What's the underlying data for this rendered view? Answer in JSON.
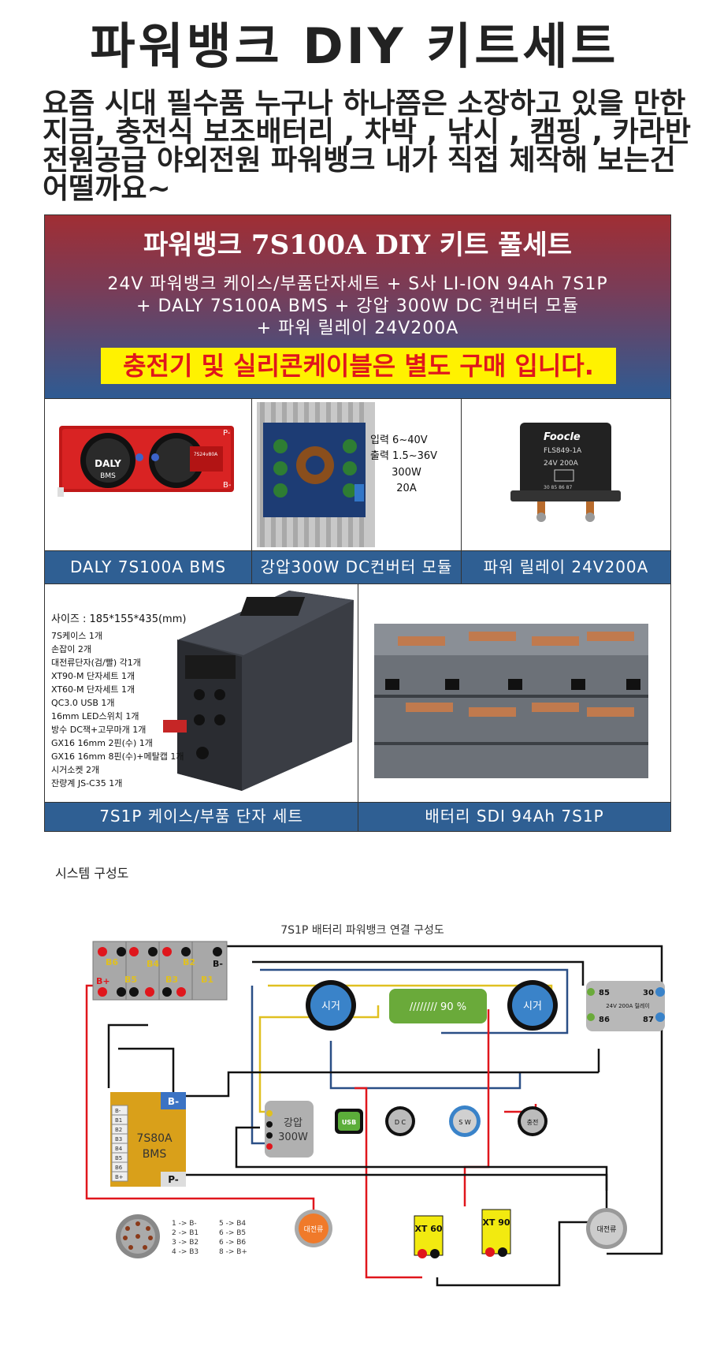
{
  "title": "파워뱅크 DIY 키트세트",
  "intro": [
    "요즘 시대 필수품 누구나 하나쯤은 소장하고 있을 만한",
    "지금, 충전식 보조배터리 , 차박 , 낚시 , 캠핑 , 카라반",
    "전원공급 야외전원 파워뱅크 내가  직접 제작해 보는건",
    "어떨까요~"
  ],
  "banner": {
    "title": "파워뱅크 7S100A DIY 키트 풀세트",
    "desc": [
      "24V 파워뱅크 케이스/부품단자세트 + S사 LI-ION 94Ah 7S1P",
      "+ DALY 7S100A BMS + 강압 300W DC 컨버터 모듈",
      "+ 파워 릴레이 24V200A"
    ],
    "note": "충전기 및 실리콘케이블은 별도 구매 입니다.",
    "colors": {
      "top": "#a02e34",
      "bottom": "#2e5b93",
      "highlight": "#fff200",
      "note_text": "#e0161c"
    }
  },
  "products": {
    "bms": {
      "caption": "DALY 7S100A BMS",
      "labels": {
        "brand": "DALY",
        "sub": "BMS",
        "model": "7S24v80A",
        "pminus": "P-",
        "bminus": "B-"
      }
    },
    "converter": {
      "caption": "강압300W DC컨버터 모듈",
      "specs": [
        "입력 6~40V",
        "출력 1.5~36V",
        "300W",
        "20A"
      ]
    },
    "relay": {
      "caption": "파워 릴레이 24V200A",
      "labels": {
        "brand": "Foocle",
        "model": "FLS849-1A",
        "rating": "24V 200A",
        "pins": "30 85  86 87"
      }
    },
    "case": {
      "caption": "7S1P 케이스/부품 단자 세트",
      "size": "사이즈 : 185*155*435(mm)",
      "items": [
        "7S케이스 1개",
        "손잡이 2개",
        "대전류단자(검/빨) 각1개",
        "XT90-M 단자세트 1개",
        "XT60-M 단자세트 1개",
        "QC3.0 USB  1개",
        "16mm LED스위치 1개",
        "방수 DC잭+고무마개 1개",
        "GX16 16mm 2핀(수) 1개",
        "GX16 16mm 8핀(수)+메탈캡 1개",
        "시거소켓 2개",
        "잔량계 JS-C35  1개"
      ]
    },
    "battery": {
      "caption": "배터리 SDI 94Ah 7S1P"
    }
  },
  "system": {
    "title": "시스템 구성도",
    "diagram_title": "7S1P 배터리 파워뱅크 연결 구성도",
    "cells": [
      "B6",
      "B4",
      "B2",
      "B-",
      "B+",
      "B5",
      "B3",
      "B1"
    ],
    "bms": {
      "label1": "7S80A",
      "label2": "BMS",
      "bminus": "B-",
      "pminus": "P-",
      "pins": [
        "B-",
        "B1",
        "B2",
        "B3",
        "B4",
        "B5",
        "B6",
        "B+"
      ]
    },
    "sigar": "시거",
    "meter": "//////// 90 %",
    "relay": {
      "p85": "85",
      "p30": "30",
      "p86": "86",
      "p87": "87",
      "text": "24V 200A 릴레이"
    },
    "converter": {
      "l1": "강압",
      "l2": "300W"
    },
    "usb": "USB",
    "dc": "D C",
    "sw": "S W",
    "charge": "충전",
    "big": "대전류",
    "xt60": "XT 60",
    "xt90": "XT 90",
    "pinmap": [
      "1 -> B-",
      "2 -> B1",
      "3 -> B2",
      "4 -> B3",
      "5 -> B4",
      "6 -> B5",
      "6 -> B6",
      "8 -> B+"
    ]
  }
}
